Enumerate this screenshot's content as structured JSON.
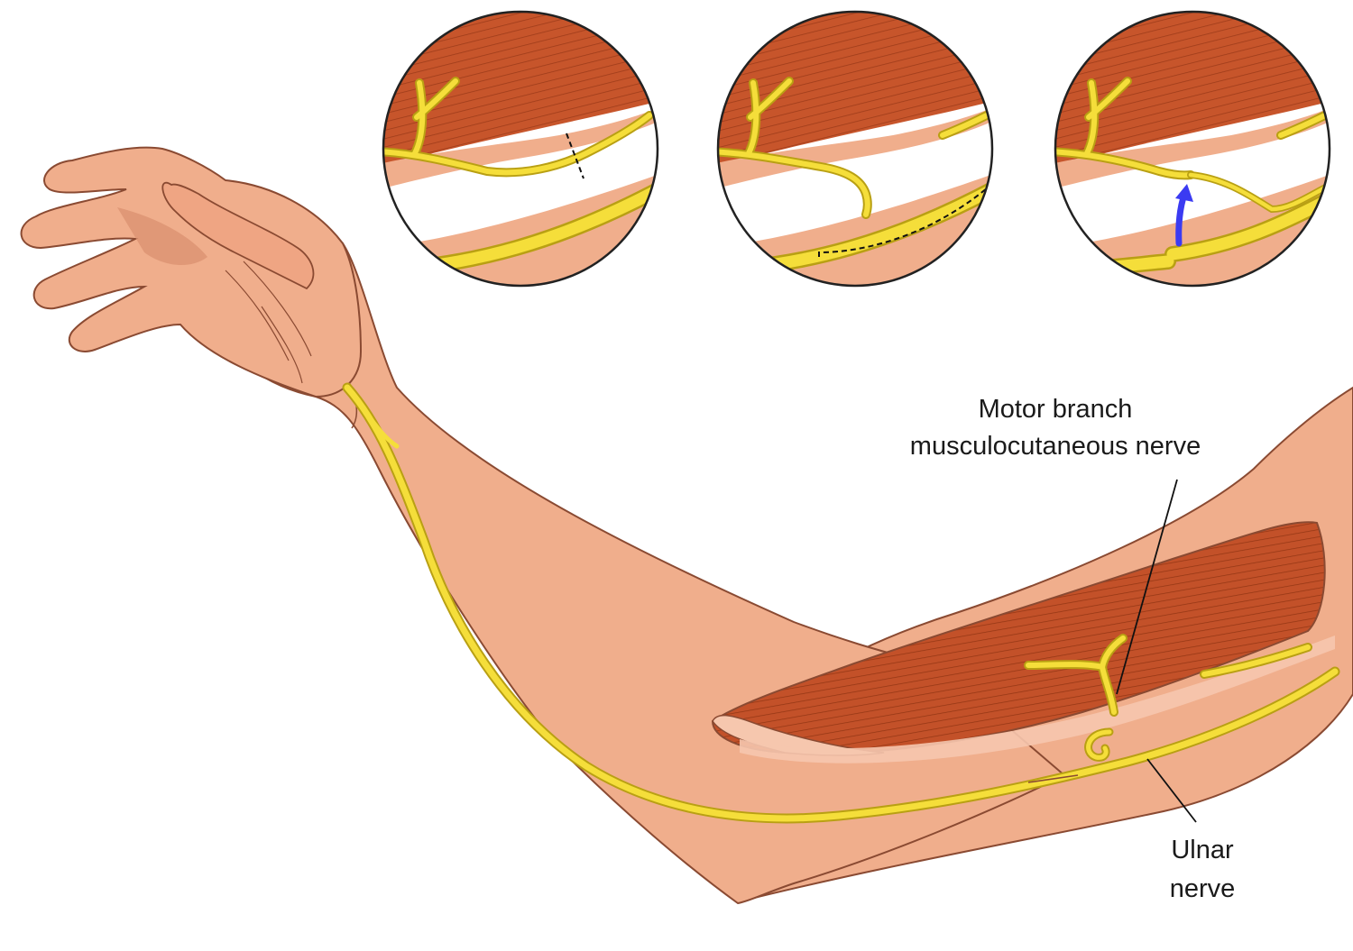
{
  "labels": {
    "motor_branch_line1": "Motor branch",
    "motor_branch_line2": "musculocutaneous nerve",
    "ulnar_line1": "Ulnar",
    "ulnar_line2": "nerve"
  },
  "insets": [
    {
      "step": "cut-site"
    },
    {
      "step": "transected"
    },
    {
      "step": "transferred"
    }
  ],
  "colors": {
    "skin": "#F0AE8C",
    "skin_shadow": "#D98F6E",
    "skin_outline": "#8A4A32",
    "muscle": "#C7552B",
    "muscle_dark": "#A5401E",
    "nerve": "#F5DE3A",
    "nerve_outline": "#B9A013",
    "arrow": "#3B3BF2"
  },
  "icons": {
    "arrow": "curved-arrow-icon"
  }
}
